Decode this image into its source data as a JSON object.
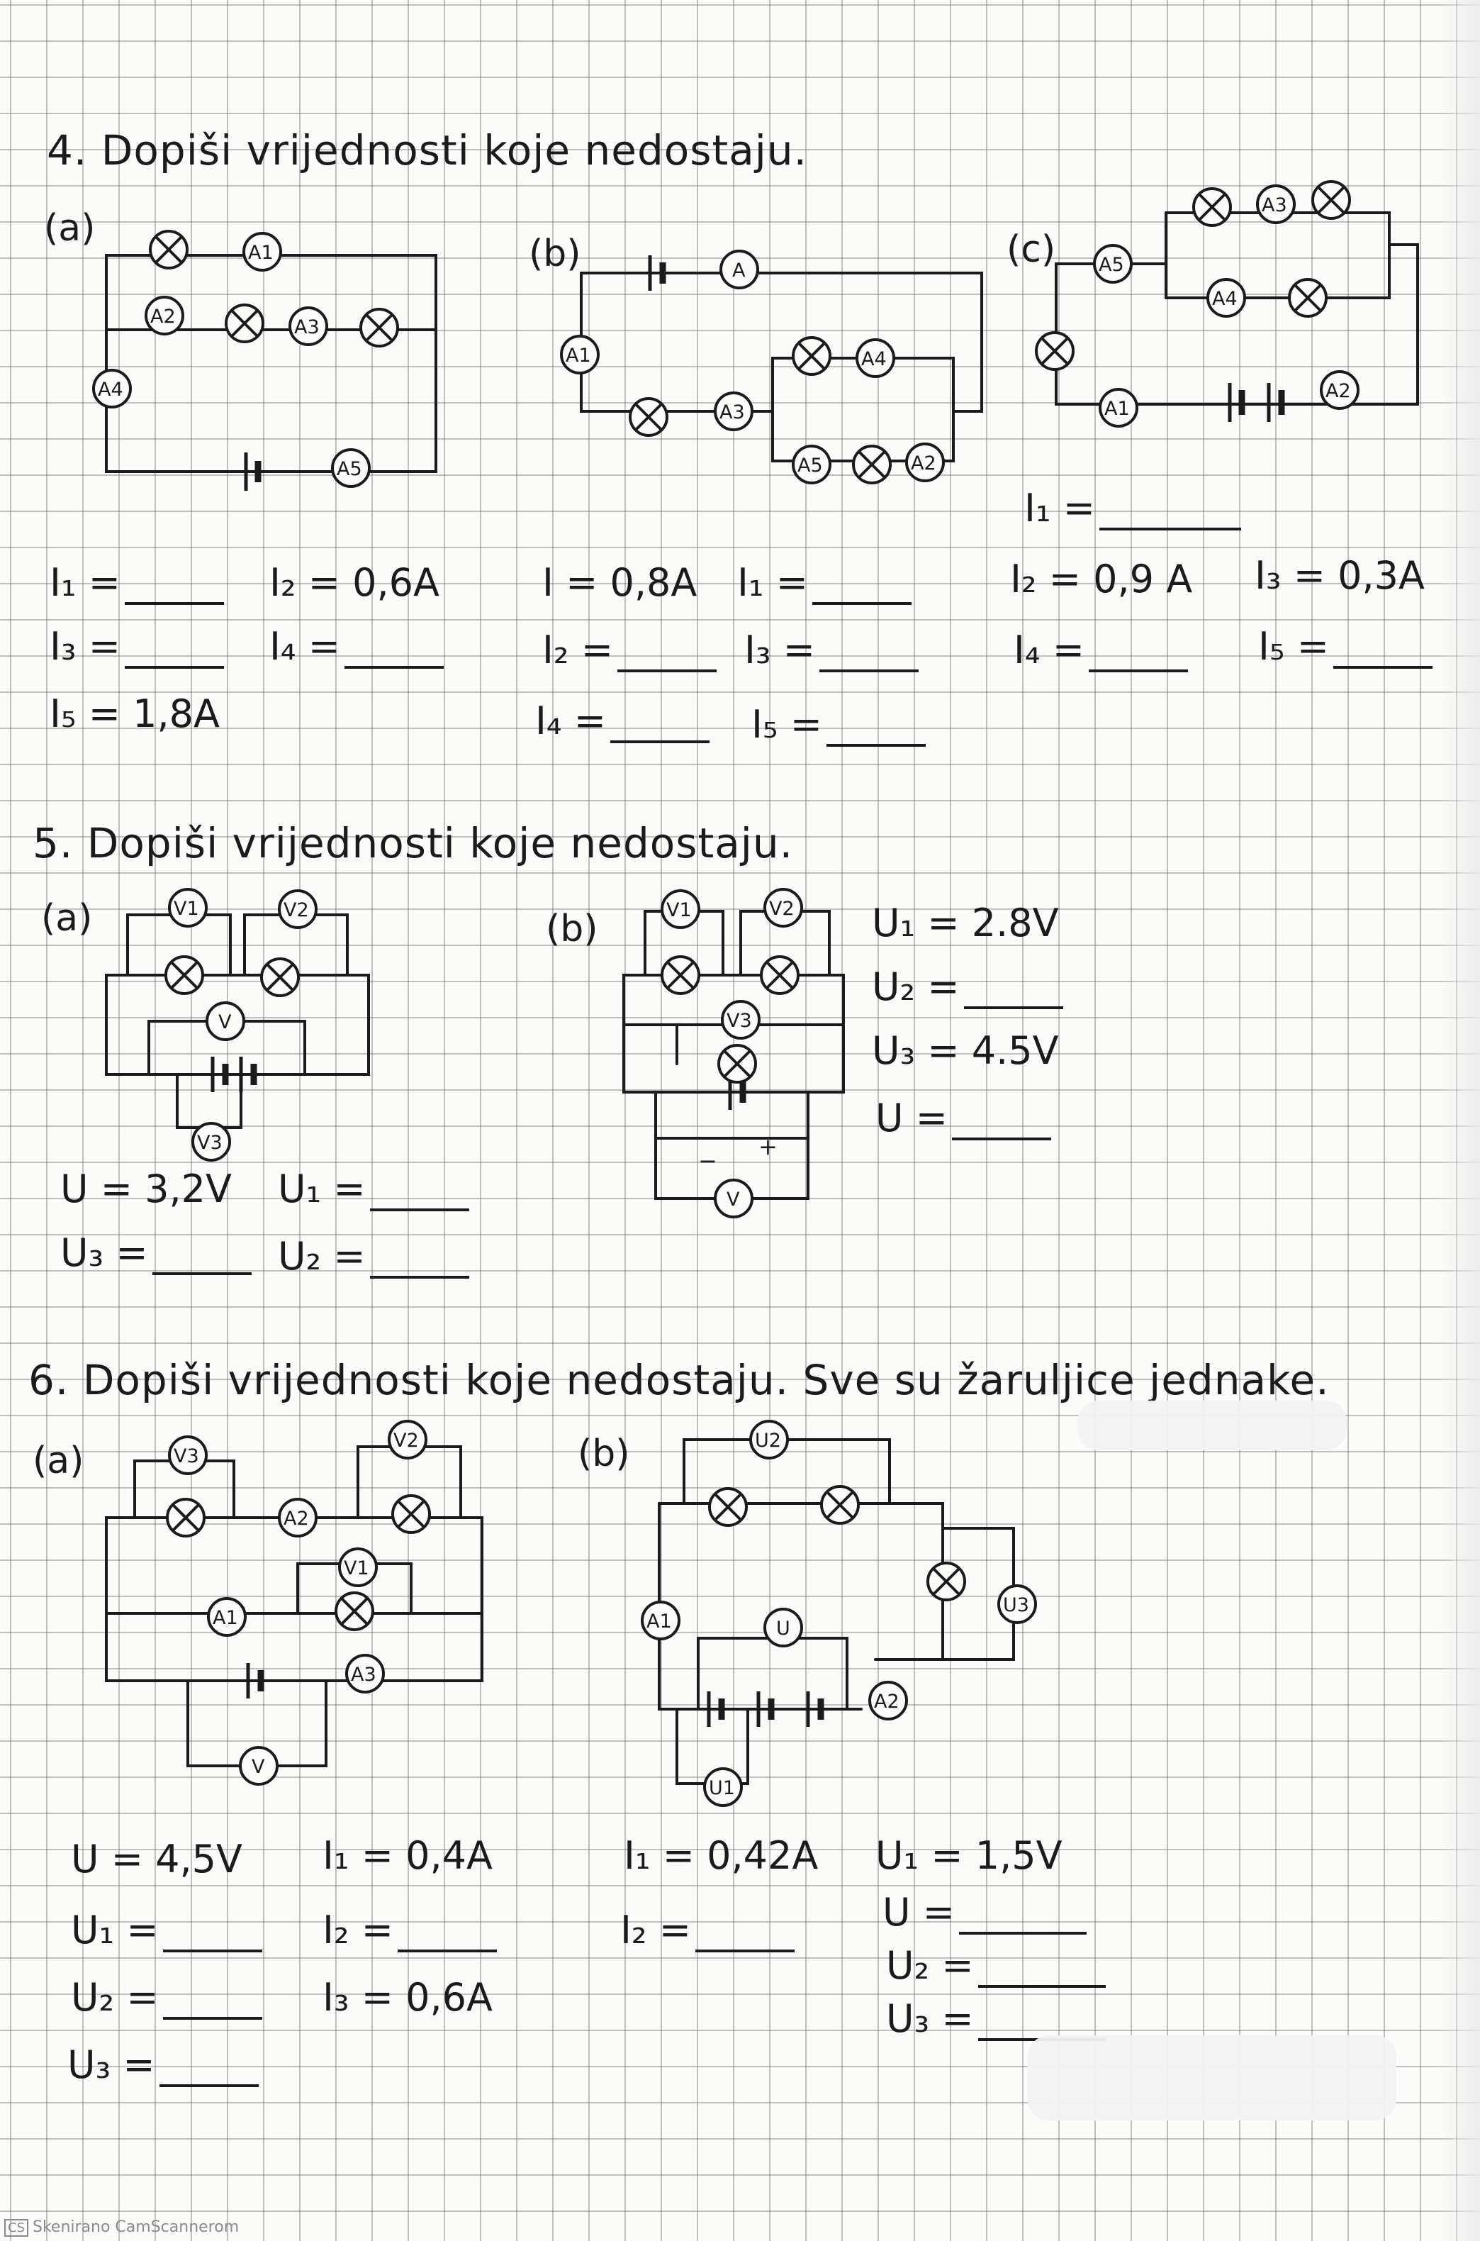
{
  "sections": {
    "s4": {
      "title": "4. Dopiši vrijednosti koje nedostaju.",
      "labels": [
        "(a)",
        "(b)",
        "(c)"
      ],
      "a": {
        "meters": [
          "A1",
          "A2",
          "A3",
          "A4",
          "A5"
        ],
        "I1": "I₁ =",
        "I2": "I₂ = 0,6A",
        "I3": "I₃ =",
        "I4": "I₄ =",
        "I5": "I₅ = 1,8A"
      },
      "b": {
        "meters": [
          "A",
          "A1",
          "A3",
          "A4",
          "A5",
          "A2"
        ],
        "I": "I = 0,8A",
        "I1": "I₁ =",
        "I2": "I₂ =",
        "I3": "I₃ =",
        "I4": "I₄ =",
        "I5": "I₅ ="
      },
      "c": {
        "meters": [
          "A3",
          "A5",
          "A4",
          "A1",
          "A2"
        ],
        "I1": "I₁ =",
        "I2": "I₂ = 0,9 A",
        "I3": "I₃ = 0,3A",
        "I4": "I₄ =",
        "I5": "I₅ ="
      }
    },
    "s5": {
      "title": "5. Dopiši vrijednosti koje nedostaju.",
      "labels": [
        "(a)",
        "(b)"
      ],
      "a": {
        "meters": [
          "V1",
          "V2",
          "V",
          "V3"
        ],
        "U": "U = 3,2V",
        "U1": "U₁ =",
        "U3": "U₃ =",
        "U2": "U₂ ="
      },
      "b": {
        "meters": [
          "V1",
          "V2",
          "V3",
          "V"
        ],
        "polarity": [
          "−",
          "+"
        ],
        "U1": "U₁ = 2.8V",
        "U2": "U₂ =",
        "U3": "U₃ = 4.5V",
        "U": "U ="
      }
    },
    "s6": {
      "title": "6. Dopiši vrijednosti koje nedostaju. Sve su žaruljice jednake.",
      "labels": [
        "(a)",
        "(b)"
      ],
      "a": {
        "meters": [
          "V3",
          "V2",
          "A2",
          "V1",
          "A1",
          "A3",
          "V"
        ],
        "U": "U = 4,5V",
        "I1": "I₁ = 0,4A",
        "U1": "U₁ =",
        "I2": "I₂ =",
        "U2": "U₂ =",
        "I3": "I₃ = 0,6A",
        "U3": "U₃ ="
      },
      "b": {
        "meters": [
          "U2",
          "U3",
          "A1",
          "U",
          "A2",
          "U1"
        ],
        "I1": "I₁ = 0,42A",
        "U1": "U₁ = 1,5V",
        "I2": "I₂ =",
        "U": "U =",
        "U2": "U₂ =",
        "U3": "U₃ ="
      }
    }
  },
  "footer": {
    "badge": "CS",
    "text": "Skenirano CamScannerom"
  }
}
